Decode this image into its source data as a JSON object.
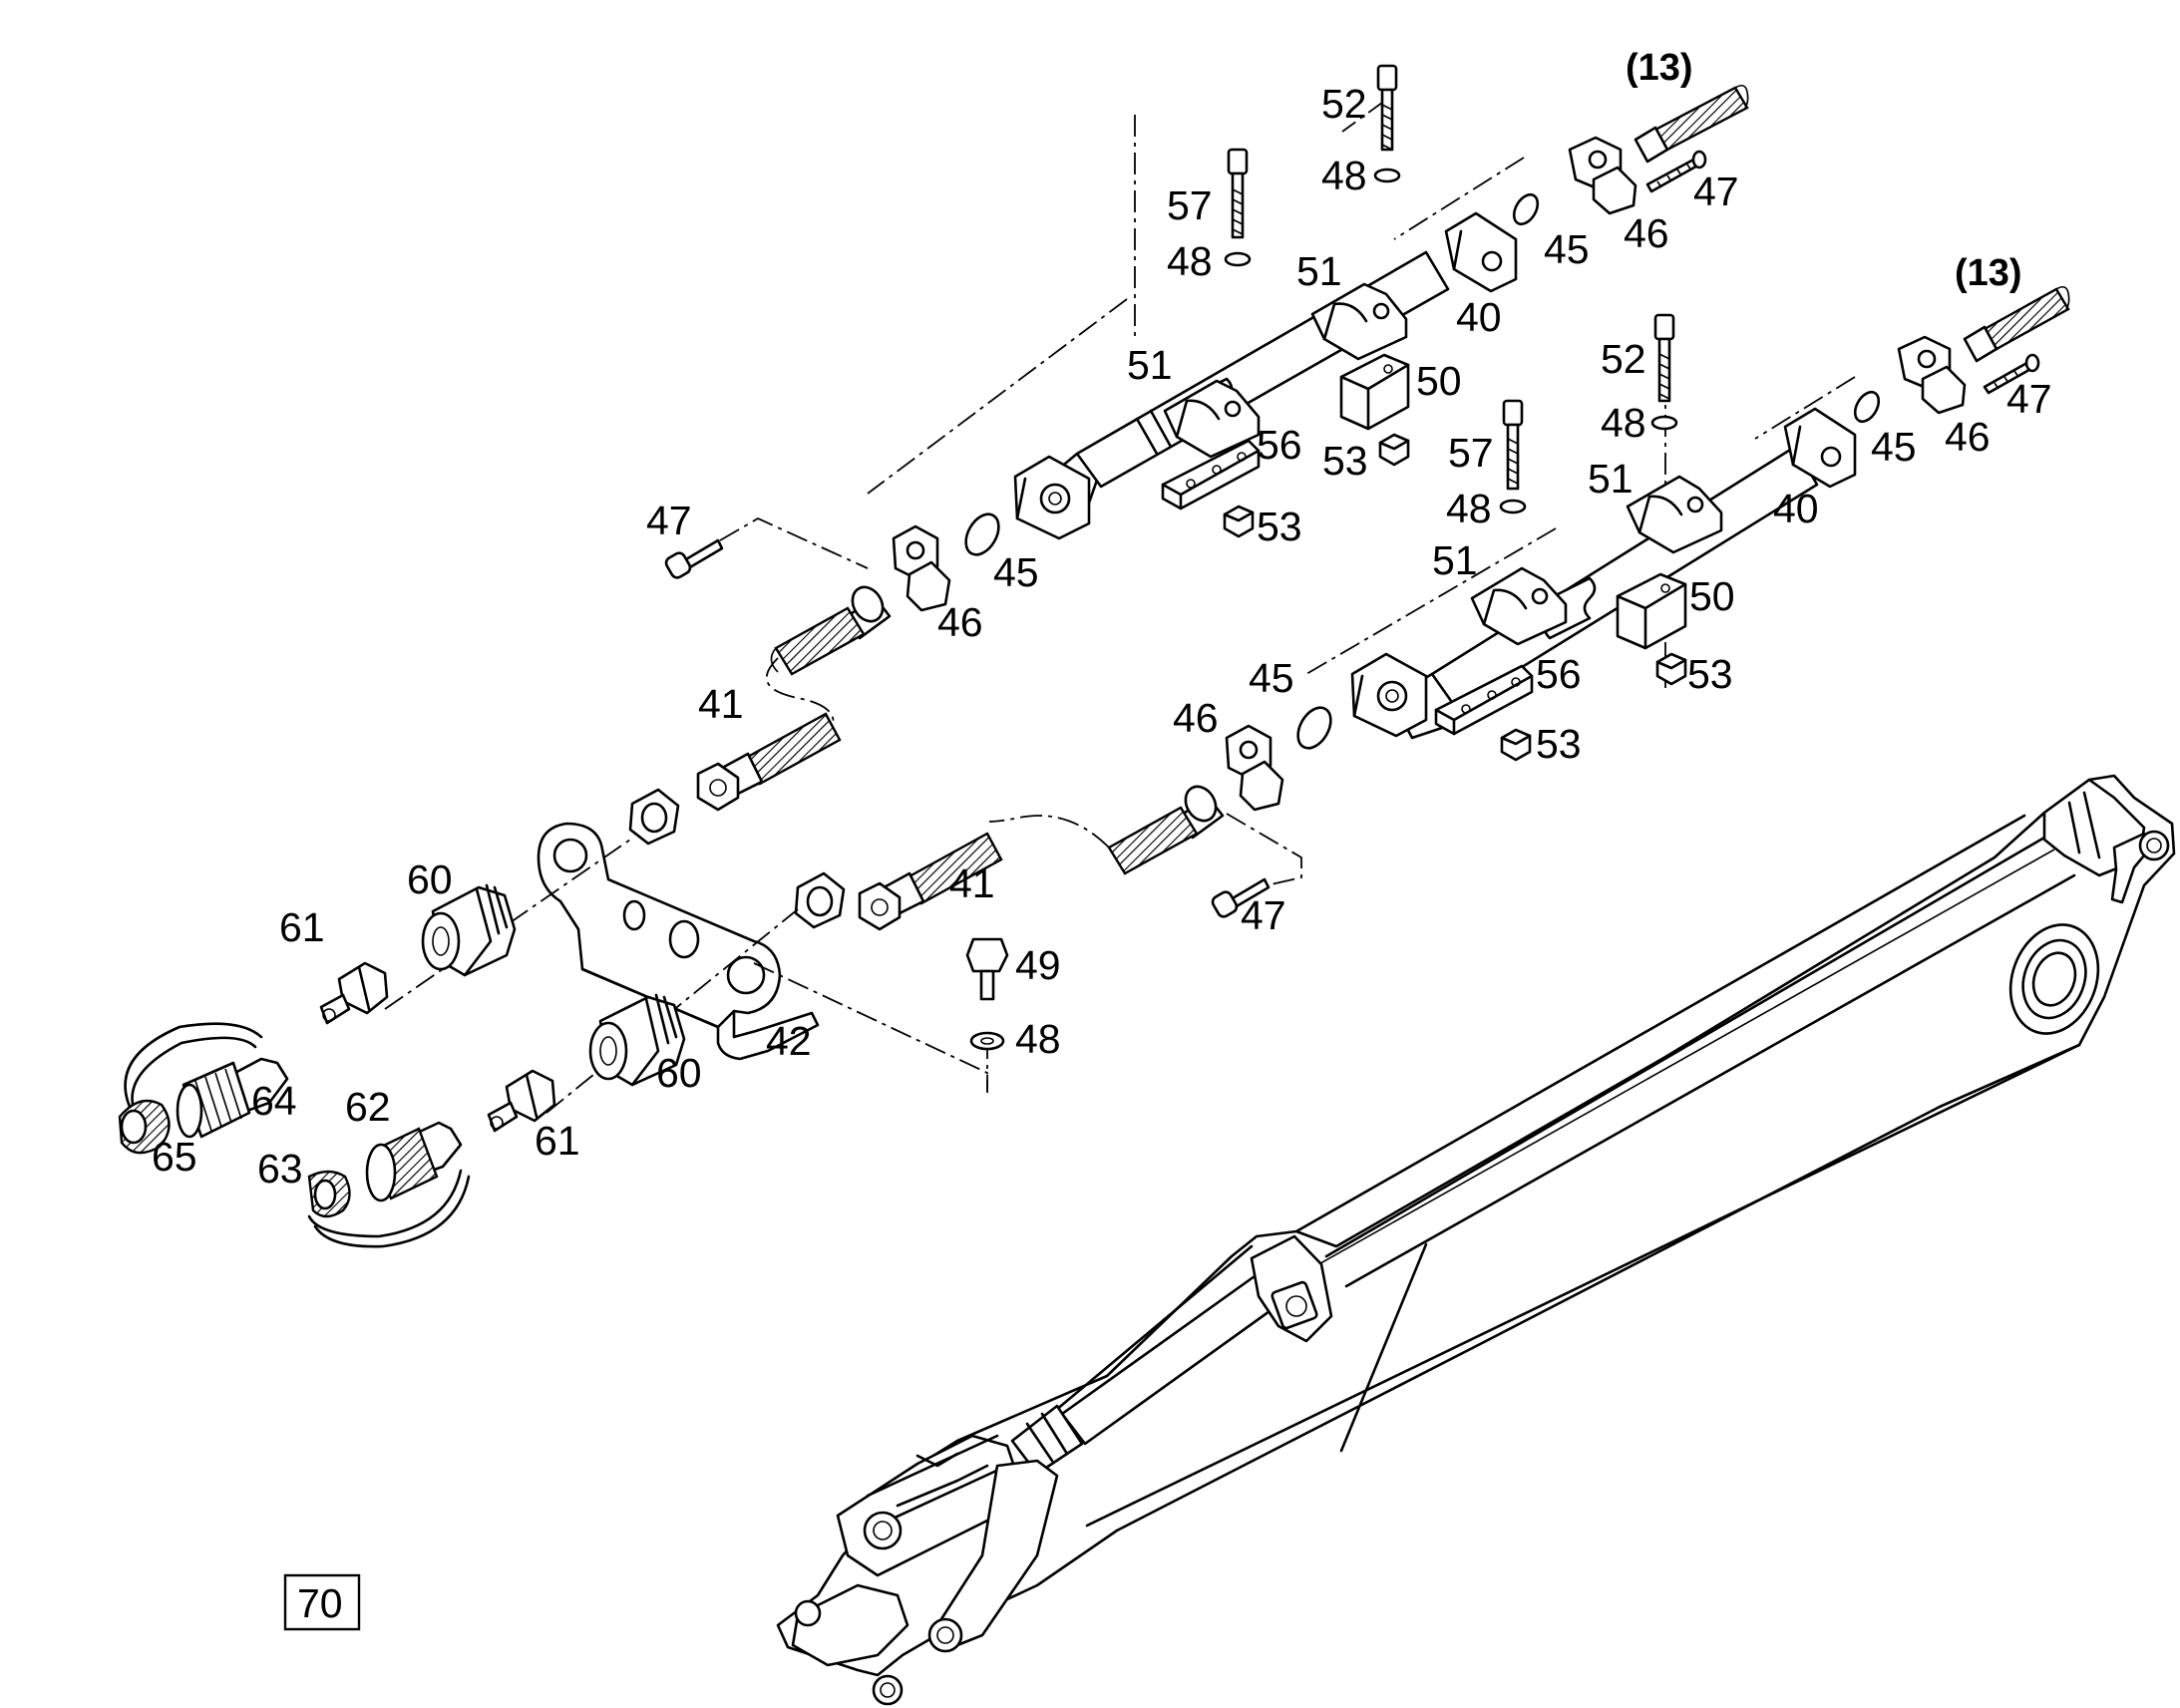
{
  "labels": {
    "p13": "(13)",
    "p40": "40",
    "p41": "41",
    "p42": "42",
    "p45": "45",
    "p46": "46",
    "p47": "47",
    "p48": "48",
    "p49": "49",
    "p50": "50",
    "p51": "51",
    "p52": "52",
    "p53": "53",
    "p56": "56",
    "p57": "57",
    "p60": "60",
    "p61": "61",
    "p62": "62",
    "p63": "63",
    "p64": "64",
    "p65": "65",
    "p70": "70"
  }
}
